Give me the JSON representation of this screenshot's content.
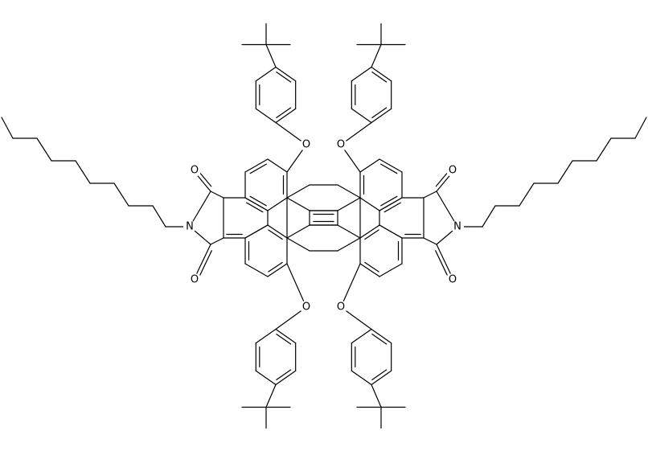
{
  "molecule": {
    "atom_labels": {
      "oxygen": "O",
      "nitrogen": "N"
    },
    "atoms": [
      {
        "id": "N1",
        "element": "N"
      },
      {
        "id": "N2",
        "element": "N"
      },
      {
        "id": "Oc1",
        "element": "O"
      },
      {
        "id": "Oc2",
        "element": "O"
      },
      {
        "id": "Oc3",
        "element": "O"
      },
      {
        "id": "Oc4",
        "element": "O"
      },
      {
        "id": "Oe1",
        "element": "O"
      },
      {
        "id": "Oe2",
        "element": "O"
      },
      {
        "id": "Oe3",
        "element": "O"
      },
      {
        "id": "Oe4",
        "element": "O"
      }
    ]
  }
}
